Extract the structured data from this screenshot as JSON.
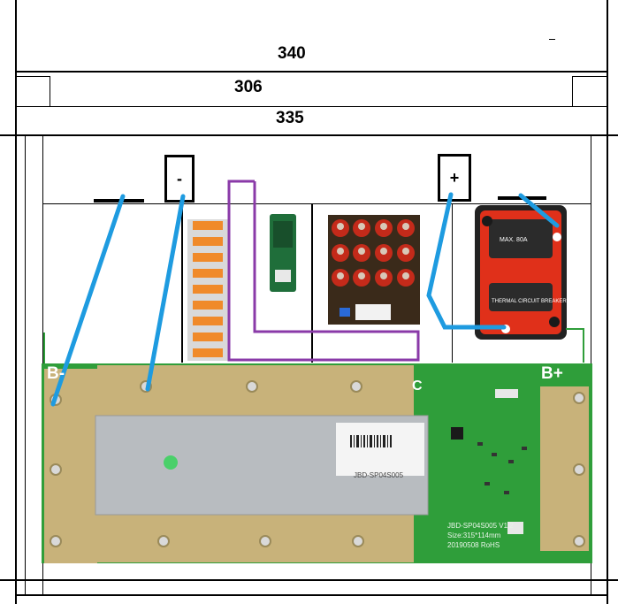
{
  "dimensions": {
    "outer_width": "340",
    "inner_width": "306",
    "mid_width": "335"
  },
  "terminals": {
    "negative": "-",
    "positive": "+"
  },
  "bms": {
    "label_negative": "B-",
    "label_positive": "B+",
    "label_c": "C",
    "model_line1": "JBD-SP04S005  V1.2",
    "model_line2": "Size:315*114mm",
    "model_line3": "20190508  RoHS",
    "heatsink_text": "JBD-SP04S005"
  },
  "breaker": {
    "text1": "MAX. 80A",
    "text2": "THERMAL CIRCUIT BREAKER"
  },
  "colors": {
    "wire": "#1e9be0",
    "outline_purple": "#8a3aa8",
    "pcb_green": "#2f9e3a",
    "pad_gold": "#c8b27a",
    "breaker_red": "#e0301a"
  }
}
